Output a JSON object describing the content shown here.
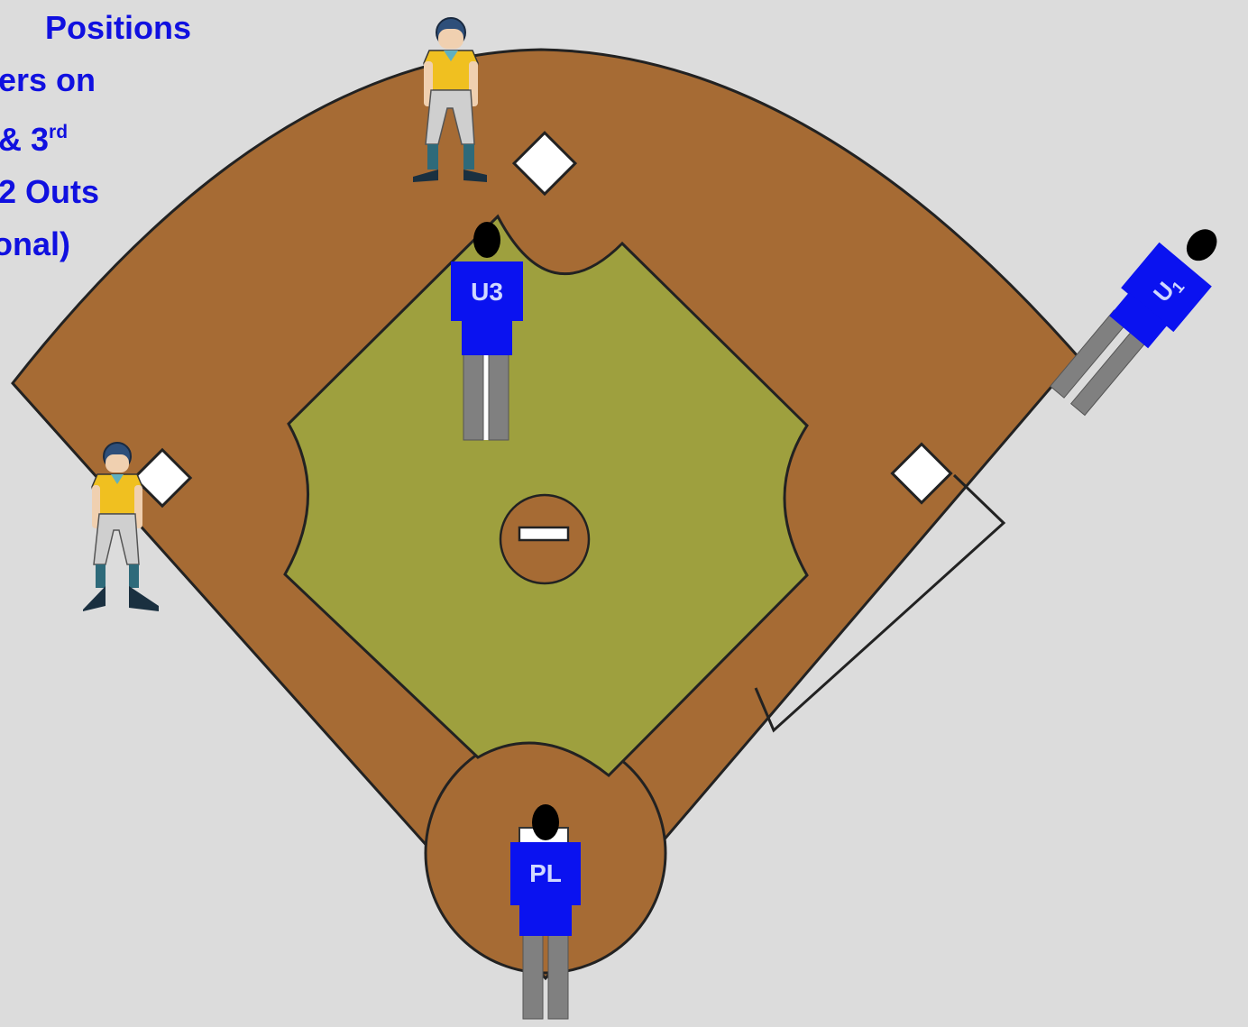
{
  "title_lines": [
    {
      "text": "Positions",
      "sup": ""
    },
    {
      "text": "ers on",
      "sup": ""
    },
    {
      "text": "& 3",
      "sup": "rd"
    },
    {
      "text": "2 Outs",
      "sup": ""
    },
    {
      "text": "onal)",
      "sup": ""
    }
  ],
  "umpires": {
    "u3": {
      "label": "U3"
    },
    "u1": {
      "label": "U",
      "sub": "1"
    },
    "pl": {
      "label": "PL"
    }
  },
  "colors": {
    "background": "#dcdcdc",
    "dirt": "#a66b34",
    "grass": "#9ea03e",
    "umpire_shirt": "#0a12f0",
    "umpire_pants": "#808080",
    "umpire_label": "#d0d8ff",
    "runner_jersey": "#f0c020",
    "title": "#1010e0"
  },
  "icons": [
    "base-icon",
    "pitchers-rubber-icon",
    "runner-icon",
    "umpire-icon"
  ]
}
